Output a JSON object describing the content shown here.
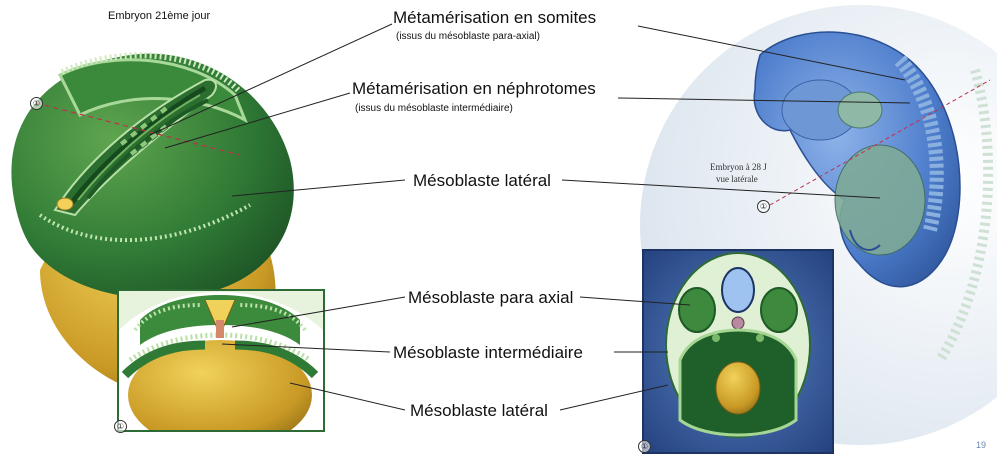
{
  "labels": {
    "embryo_day": "Embryon 21ème jour",
    "somites_title": "Métamérisation en somites",
    "somites_sub": "(issus du mésoblaste para-axial)",
    "nephro_title": "Métamérisation en néphrotomes",
    "nephro_sub": "(issus du mésoblaste intermédiaire)",
    "lateral_top": "Mésoblaste latéral",
    "para_axial": "Mésoblaste para axial",
    "intermediaire": "Mésoblaste intermédiaire",
    "lateral_bottom": "Mésoblaste latéral",
    "embryo_28_line1": "Embryon à 28 J",
    "embryo_28_line2": "vue latérale",
    "marker": "①",
    "page_number": "19"
  },
  "colors": {
    "embryo_green_dark": "#1f5f2a",
    "embryo_green": "#3d8a3f",
    "embryo_green_light": "#9fcf86",
    "yolk_yellow": "#c9a22e",
    "embryo_blue": "#4a78c4",
    "embryo_blue_light": "#a9c4ec",
    "section_bg": "#3e63a6",
    "cut_line": "#c0304a"
  }
}
